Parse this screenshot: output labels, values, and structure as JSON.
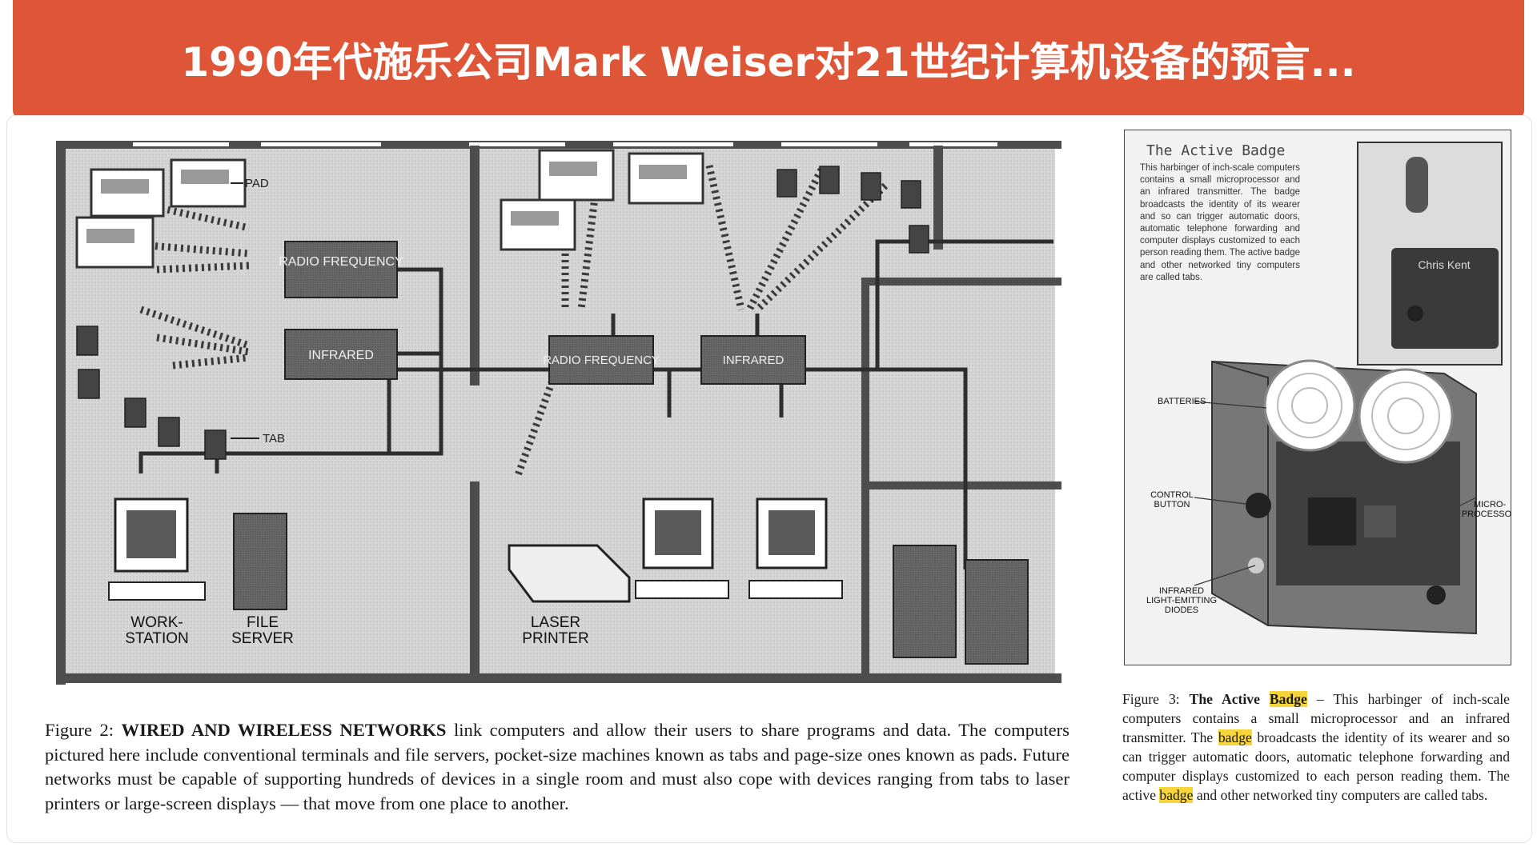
{
  "title": "1990年代施乐公司Mark Weiser对21世纪计算机设备的预言...",
  "figure2": {
    "labels": {
      "pad": "PAD",
      "radio_frequency": "RADIO FREQUENCY",
      "infrared": "INFRARED",
      "tab": "TAB",
      "workstation_1": "WORK-",
      "workstation_2": "STATION",
      "file_server_1": "FILE",
      "file_server_2": "SERVER",
      "laser_printer_1": "LASER",
      "laser_printer_2": "PRINTER"
    },
    "caption": {
      "prefix": "Figure 2: ",
      "bold": "WIRED AND WIRELESS NETWORKS",
      "text": " link computers and allow their users to share programs and data. The computers pictured here include conventional terminals and file servers, pocket-size machines known as tabs and page-size ones known as pads. Future networks must be capable of supporting hundreds of devices in a single room and must also cope with devices ranging from tabs to laser printers or large-screen displays — that move from one place to another."
    }
  },
  "figure3": {
    "inset_title": "The Active Badge",
    "inset_body": "This harbinger of inch-scale computers contains a small microprocessor and an infrared transmitter. The badge broadcasts the identity of its wearer and so can trigger automatic doors, automatic telephone forwarding and computer displays customized to each person reading them. The active badge and other networked tiny computers are called tabs.",
    "badge_name": "Chris Kent",
    "labels": {
      "batteries": "BATTERIES",
      "control_1": "CONTROL",
      "control_2": "BUTTON",
      "micro_1": "MICRO-",
      "micro_2": "PROCESSOR",
      "ir_1": "INFRARED",
      "ir_2": "LIGHT-EMITTING",
      "ir_3": "DIODES"
    },
    "caption": {
      "prefix": "Figure 3: ",
      "bold_a": "The Active ",
      "bold_hl": "Badge",
      "text_a": " – This harbinger of inch-scale computers contains a small microprocessor and an infrared transmitter. The ",
      "hl_2": "badge",
      "text_b": " broadcasts the identity of its wearer and so can trigger automatic doors, automatic telephone forwarding and computer displays customized to each person reading them. The active ",
      "hl_3": "badge",
      "text_c": " and other networked tiny computers are called tabs."
    }
  },
  "colors": {
    "banner": "#de5537",
    "highlight": "#f6d53b"
  }
}
